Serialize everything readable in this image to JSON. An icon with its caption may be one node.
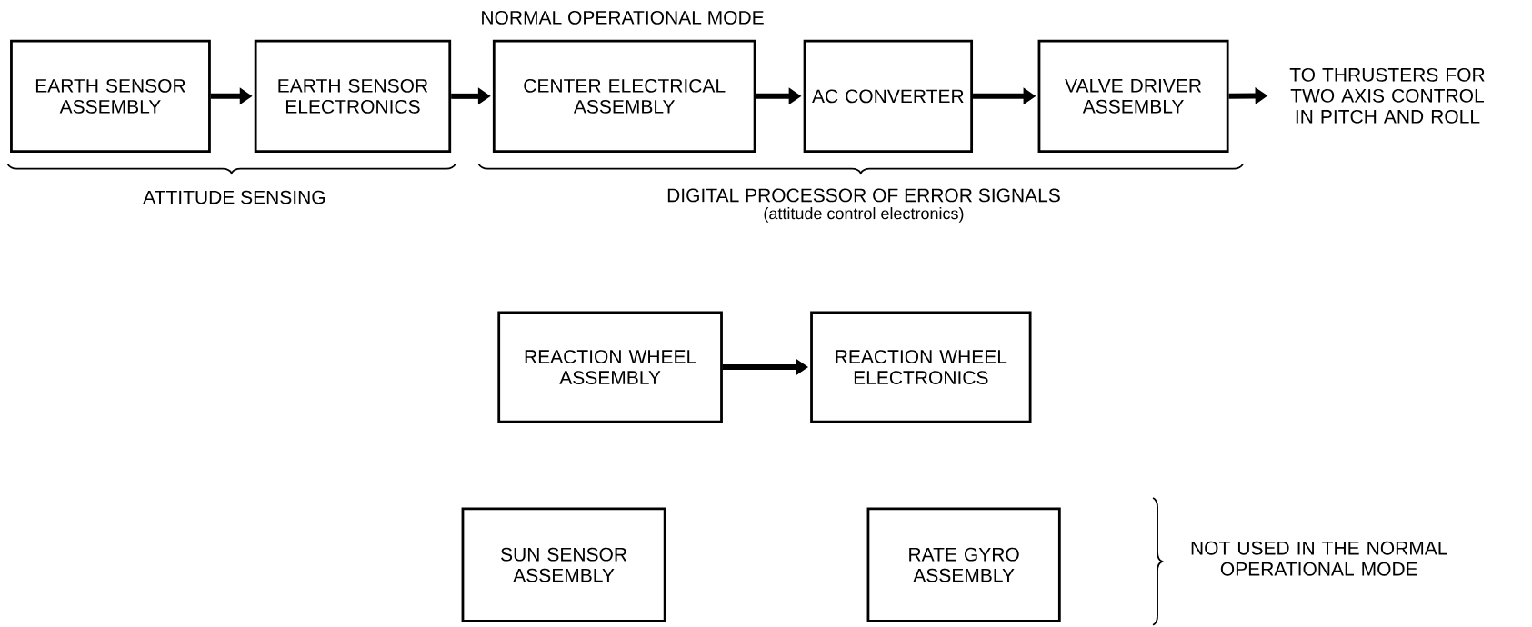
{
  "diagram": {
    "nodes": [
      {
        "text": [
          "EARTH SENSOR ASSEMBLY"
        ]
      },
      {
        "text": [
          "EARTH SENSOR ELECTRONICS"
        ]
      },
      {
        "text": [
          "CENTER ELECTRICAL ASSEMBLY"
        ]
      },
      {
        "text": [
          "AC CONVERTER"
        ]
      },
      {
        "text": [
          "VALVE DRIVER ASSEMBLY"
        ]
      },
      {
        "text": [
          "TO THRUSTERS FOR TWO AXIS CONTROL IN PITCH AND ROLL"
        ]
      },
      {
        "text": [
          "REACTION WHEEL ASSEMBLY"
        ]
      },
      {
        "text": [
          "REACTION WHEEL ELECTRONICS"
        ]
      },
      {
        "text": [
          "SUN SENSOR ASSEMBLY"
        ]
      },
      {
        "text": [
          "RATE GYRO ASSEMBLY"
        ]
      }
    ],
    "edges": [
      {
        "from": 0,
        "to": 1,
        "arrow": "to"
      },
      {
        "from": 1,
        "to": 2,
        "arrow": "to"
      },
      {
        "from": 2,
        "to": 3,
        "arrow": "to"
      },
      {
        "from": 3,
        "to": 4,
        "arrow": "to"
      },
      {
        "from": 4,
        "to": 5,
        "arrow": "to"
      },
      {
        "from": 6,
        "to": 7,
        "arrow": "to"
      }
    ],
    "labels": [
      "NORMAL OPERATIONAL MODE",
      "ATTITUDE SENSING",
      "DIGITAL PROCESSOR OF ERROR SIGNALS",
      "(attitude control electronics)",
      "NOT USED IN THE NORMAL OPERATIONAL MODE"
    ]
  }
}
